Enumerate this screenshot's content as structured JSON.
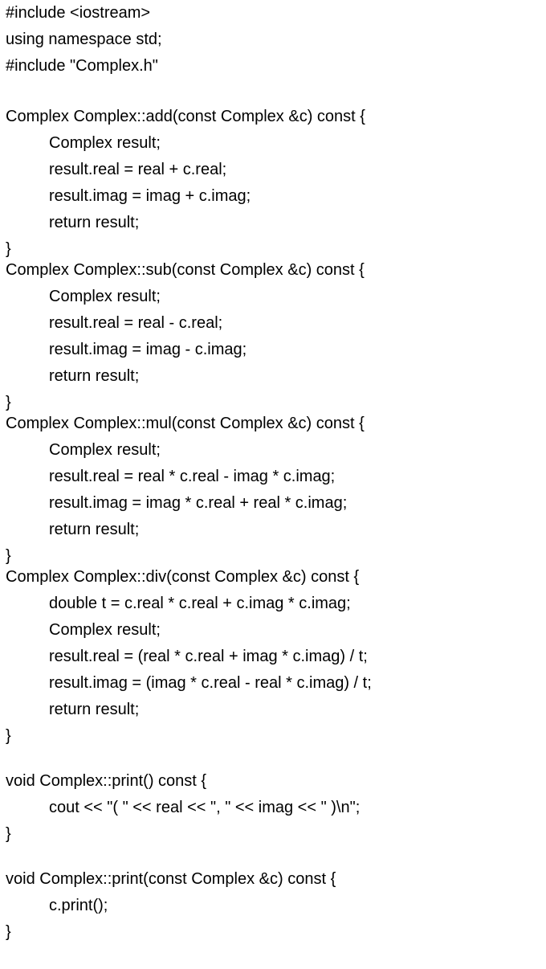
{
  "code": {
    "lines": [
      "#include <iostream>",
      "using namespace std;",
      "#include \"Complex.h\"",
      "Complex Complex::add(const Complex &c) const {",
      "Complex result;",
      "result.real = real + c.real;",
      "result.imag = imag + c.imag;",
      "return result;",
      "}",
      "Complex Complex::sub(const Complex &c) const {",
      "Complex result;",
      "result.real = real - c.real;",
      "result.imag = imag - c.imag;",
      "return result;",
      "}",
      "Complex Complex::mul(const Complex &c) const {",
      "Complex result;",
      "result.real = real * c.real - imag * c.imag;",
      "result.imag = imag * c.real + real * c.imag;",
      "return result;",
      "}",
      "Complex Complex::div(const Complex &c) const {",
      "double t = c.real * c.real + c.imag * c.imag;",
      "Complex result;",
      "result.real = (real * c.real + imag * c.imag) / t;",
      "result.imag = (imag * c.real - real * c.imag) / t;",
      "return result;",
      "}",
      "void Complex::print() const {",
      "cout << \"( \" << real << \", \" << imag << \" )\\n\";",
      "}",
      "void Complex::print(const Complex &c) const {",
      "c.print();",
      "}"
    ]
  }
}
